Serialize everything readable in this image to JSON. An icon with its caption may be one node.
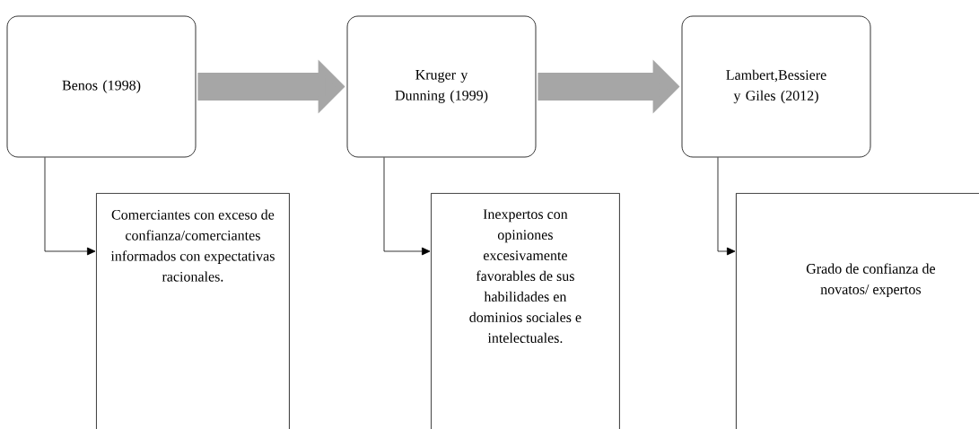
{
  "diagram": {
    "nodes": [
      {
        "text": [
          "Benos (1998)"
        ]
      },
      {
        "text": [
          "Kruger y Dunning (1999)"
        ]
      },
      {
        "text": [
          "Lambert,Bessiere y Giles (2012)"
        ]
      },
      {
        "text": [
          "Comerciantes con exceso de confianza/comerciantes informados con expectativas racionales."
        ]
      },
      {
        "text": [
          "Inexpertos con opiniones excesivamente favorables de sus habilidades en dominios sociales e intelectuales."
        ]
      },
      {
        "text": [
          "Grado de confianza de novatos/ expertos"
        ]
      }
    ],
    "edges": [
      {
        "from": 0,
        "to": 1,
        "arrow": "to",
        "style": "thick",
        "color": "#a6a6a6"
      },
      {
        "from": 1,
        "to": 2,
        "arrow": "to",
        "style": "thick",
        "color": "#a6a6a6"
      },
      {
        "from": 0,
        "to": 3,
        "arrow": "to"
      },
      {
        "from": 1,
        "to": 4,
        "arrow": "to"
      },
      {
        "from": 2,
        "to": 5,
        "arrow": "to"
      }
    ]
  }
}
